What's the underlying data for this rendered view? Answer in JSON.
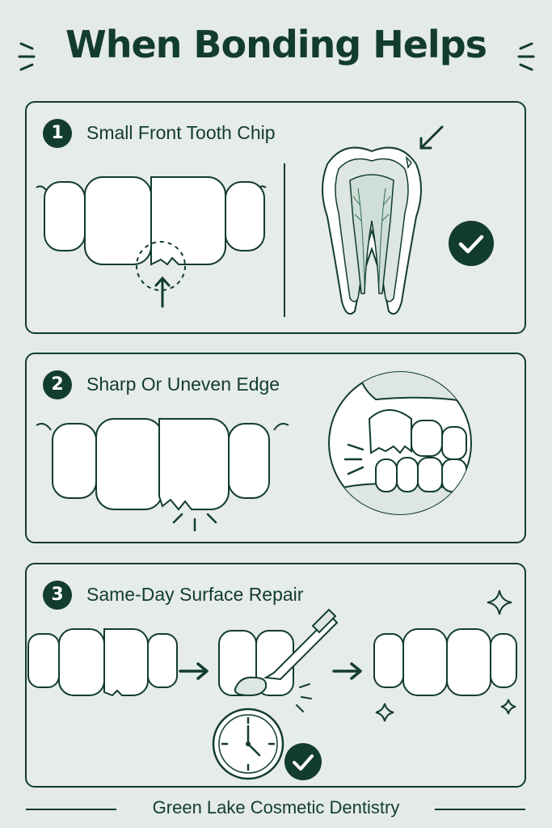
{
  "title": "When Bonding Helps",
  "sections": [
    {
      "number": "1",
      "heading": "Small Front Tooth Chip"
    },
    {
      "number": "2",
      "heading": "Sharp Or Uneven Edge"
    },
    {
      "number": "3",
      "heading": "Same-Day Surface Repair"
    }
  ],
  "footer": "Green Lake Cosmetic Dentistry",
  "colors": {
    "primary": "#123c2e",
    "background": "#e4ebe7",
    "tooth": "#ffffff",
    "pulp": "#cfded6"
  },
  "icons": [
    "sparkle-icon",
    "arrow-icon",
    "checkmark-icon",
    "clock-icon",
    "tooth-icon",
    "brush-tool-icon"
  ]
}
